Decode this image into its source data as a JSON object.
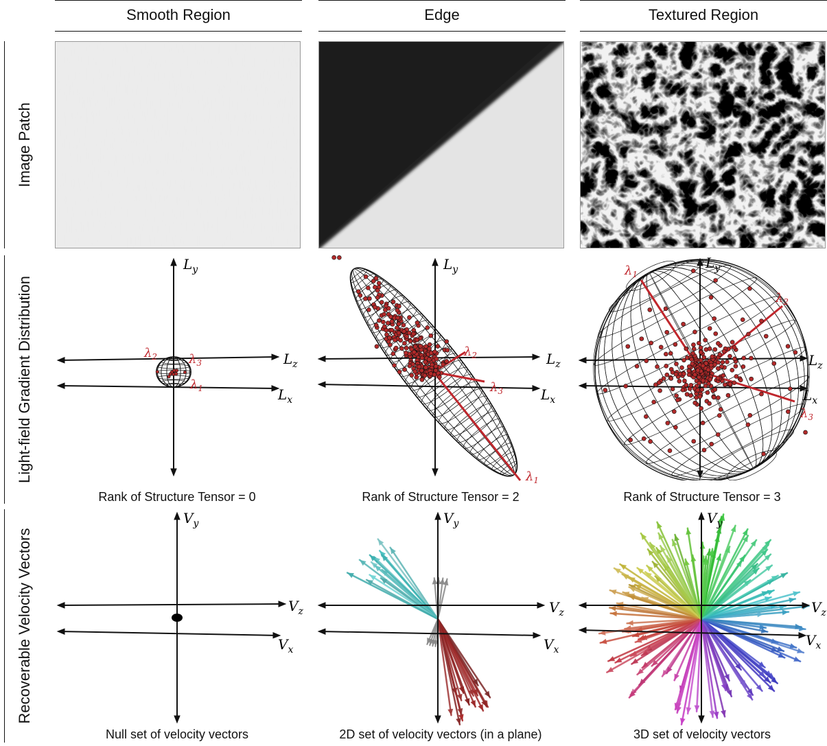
{
  "columns": [
    {
      "title": "Smooth Region",
      "rank_caption": "Rank of Structure Tensor = 0",
      "velocity_caption": "Null set of velocity vectors"
    },
    {
      "title": "Edge",
      "rank_caption": "Rank of Structure Tensor = 2",
      "velocity_caption": "2D set of velocity vectors (in a plane)"
    },
    {
      "title": "Textured Region",
      "rank_caption": "Rank of Structure Tensor = 3",
      "velocity_caption": "3D set of velocity vectors"
    }
  ],
  "rows": [
    "Image Patch",
    "Light-field Gradient Distribution",
    "Recoverable Velocity Vectors"
  ],
  "axis_labels": {
    "gradient": {
      "y": "L",
      "y_sub": "y",
      "z": "L",
      "z_sub": "z",
      "x": "L",
      "x_sub": "x"
    },
    "velocity": {
      "y": "V",
      "y_sub": "y",
      "z": "V",
      "z_sub": "z",
      "x": "V",
      "x_sub": "x"
    }
  },
  "eigen_labels": {
    "l1": "λ",
    "l1_sub": "1",
    "l2": "λ",
    "l2_sub": "2",
    "l3": "λ",
    "l3_sub": "3"
  },
  "colors": {
    "eigen": "#c0272d",
    "points": "#b22a2a",
    "axis": "#111111"
  }
}
